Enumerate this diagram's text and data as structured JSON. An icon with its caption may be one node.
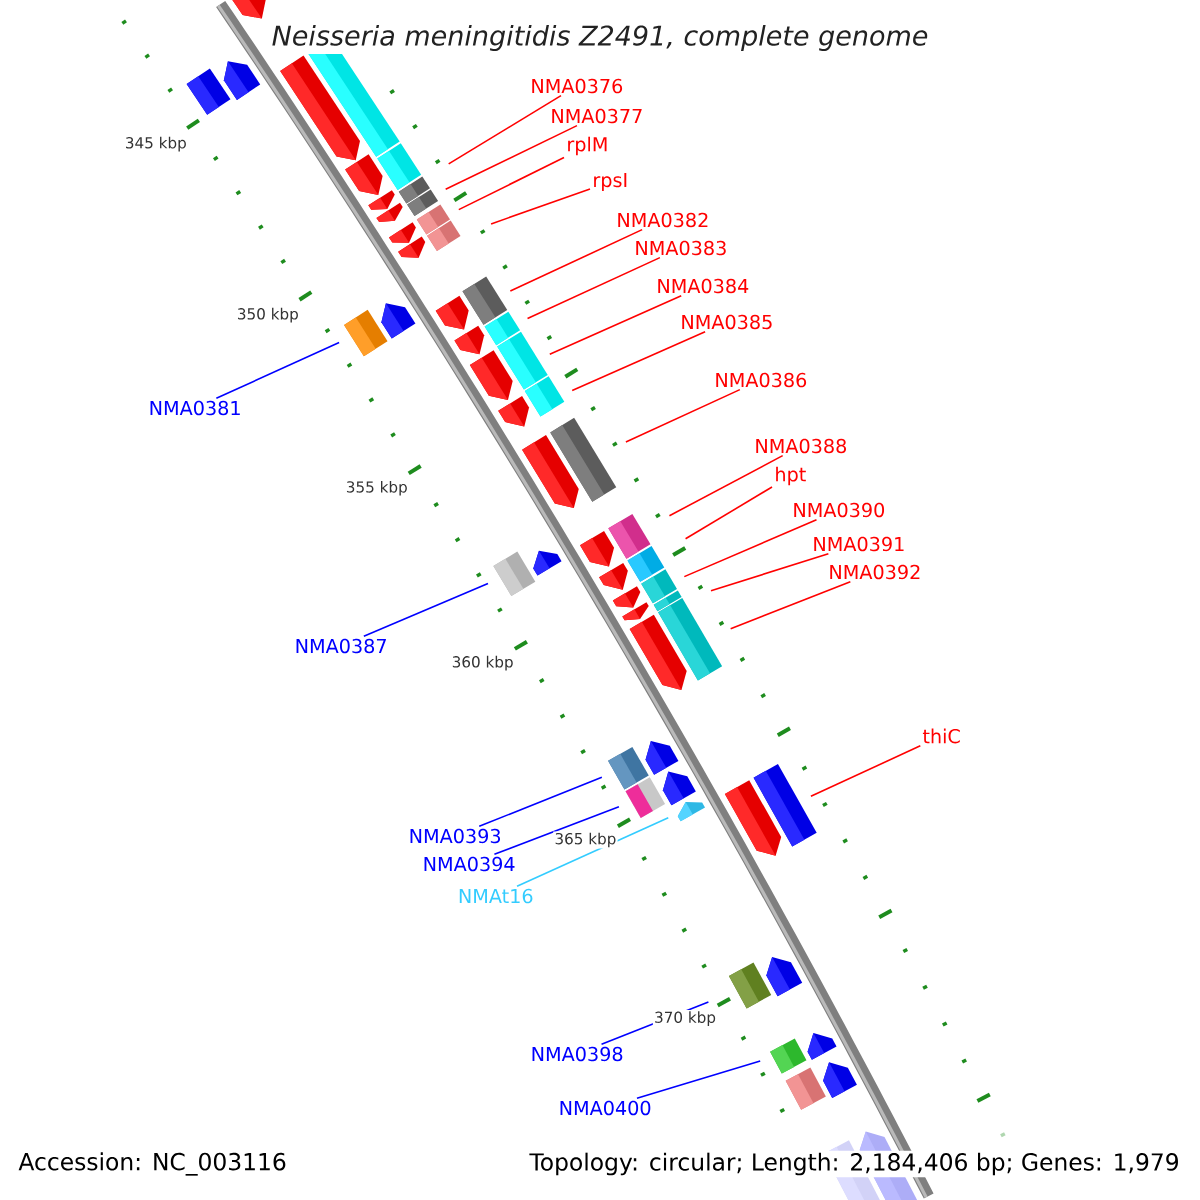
{
  "diagram": {
    "title": "Neisseria meningitidis Z2491, complete genome",
    "nodes": [
      {
        "text": [
          "NMA0376"
        ]
      },
      {
        "text": [
          "NMA0377"
        ]
      },
      {
        "text": [
          "rplM"
        ]
      },
      {
        "text": [
          "rpsI"
        ]
      },
      {
        "text": [
          "NMA0382"
        ]
      },
      {
        "text": [
          "NMA0383"
        ]
      },
      {
        "text": [
          "NMA0384"
        ]
      },
      {
        "text": [
          "NMA0385"
        ]
      },
      {
        "text": [
          "NMA0386"
        ]
      },
      {
        "text": [
          "NMA0381"
        ]
      },
      {
        "text": [
          "NMA0388"
        ]
      },
      {
        "text": [
          "hpt"
        ]
      },
      {
        "text": [
          "NMA0390"
        ]
      },
      {
        "text": [
          "NMA0391"
        ]
      },
      {
        "text": [
          "NMA0392"
        ]
      },
      {
        "text": [
          "NMA0387"
        ]
      },
      {
        "text": [
          "thiC"
        ]
      },
      {
        "text": [
          "NMA0393"
        ]
      },
      {
        "text": [
          "NMA0394"
        ]
      },
      {
        "text": [
          "NMAt16"
        ]
      },
      {
        "text": [
          "NMA0398"
        ]
      },
      {
        "text": [
          "NMA0400"
        ]
      },
      {
        "text": [],
        "shape": "arrow"
      },
      {
        "text": [],
        "shape": "arrow"
      },
      {
        "text": [],
        "shape": "arrow"
      },
      {
        "text": [],
        "shape": "arrow"
      },
      {
        "text": [],
        "shape": "arrow"
      },
      {
        "text": [],
        "shape": "arrow"
      },
      {
        "text": [],
        "shape": "arrow"
      },
      {
        "text": [],
        "shape": "arrow"
      },
      {
        "text": [],
        "shape": "arrow"
      },
      {
        "text": [],
        "shape": "arrow"
      },
      {
        "text": [],
        "shape": "arrow"
      },
      {
        "text": [],
        "shape": "arrow"
      },
      {
        "text": [],
        "shape": "arrow"
      },
      {
        "text": [],
        "shape": "arrow"
      },
      {
        "text": [],
        "shape": "arrow"
      },
      {
        "text": [],
        "shape": "arrow"
      },
      {
        "text": [],
        "shape": "arrow"
      },
      {
        "text": [],
        "shape": "arrow"
      },
      {
        "text": [],
        "shape": "arrow"
      },
      {
        "text": [],
        "shape": "arrow"
      },
      {
        "text": [],
        "shape": "arrow"
      },
      {
        "text": [],
        "shape": "arrow"
      },
      {
        "text": [],
        "shape": "arrow"
      },
      {
        "text": [],
        "shape": "arrow"
      },
      {
        "text": [],
        "shape": "arrow"
      },
      {
        "text": [],
        "shape": "arrow"
      },
      {
        "text": [],
        "shape": "arrow"
      },
      {
        "text": [],
        "shape": "arrow"
      }
    ],
    "edges": [
      {
        "from": 0,
        "to": 26,
        "arrow": "none"
      },
      {
        "from": 1,
        "to": 27,
        "arrow": "none"
      },
      {
        "from": 2,
        "to": 28,
        "arrow": "none"
      },
      {
        "from": 3,
        "to": 29,
        "arrow": "none"
      },
      {
        "from": 4,
        "to": 31,
        "arrow": "none"
      },
      {
        "from": 5,
        "to": 32,
        "arrow": "none"
      },
      {
        "from": 6,
        "to": 33,
        "arrow": "none"
      },
      {
        "from": 7,
        "to": 34,
        "arrow": "none"
      },
      {
        "from": 8,
        "to": 35,
        "arrow": "none"
      },
      {
        "from": 9,
        "to": 30,
        "arrow": "none",
        "color": "#0000ff"
      },
      {
        "from": 10,
        "to": 36,
        "arrow": "none"
      },
      {
        "from": 11,
        "to": 38,
        "arrow": "none"
      },
      {
        "from": 12,
        "to": 39,
        "arrow": "none"
      },
      {
        "from": 13,
        "to": 40,
        "arrow": "none"
      },
      {
        "from": 14,
        "to": 41,
        "arrow": "none"
      },
      {
        "from": 15,
        "to": 37,
        "arrow": "none",
        "color": "#0000ff"
      },
      {
        "from": 16,
        "to": 45,
        "arrow": "none"
      },
      {
        "from": 17,
        "to": 42,
        "arrow": "none",
        "color": "#0000ff"
      },
      {
        "from": 18,
        "to": 43,
        "arrow": "none",
        "color": "#0000ff"
      },
      {
        "from": 19,
        "to": 44,
        "arrow": "none",
        "color": "#33ccff"
      },
      {
        "from": 20,
        "to": 46,
        "arrow": "none",
        "color": "#0000ff"
      },
      {
        "from": 21,
        "to": 47,
        "arrow": "none",
        "color": "#0000ff"
      }
    ],
    "labels": [
      "345 kbp",
      "350 kbp",
      "355 kbp",
      "360 kbp",
      "365 kbp",
      "370 kbp",
      "Accession: NC_003116",
      "Topology: circular; Length: 2,184,406 bp; Genes: 1,979"
    ]
  }
}
